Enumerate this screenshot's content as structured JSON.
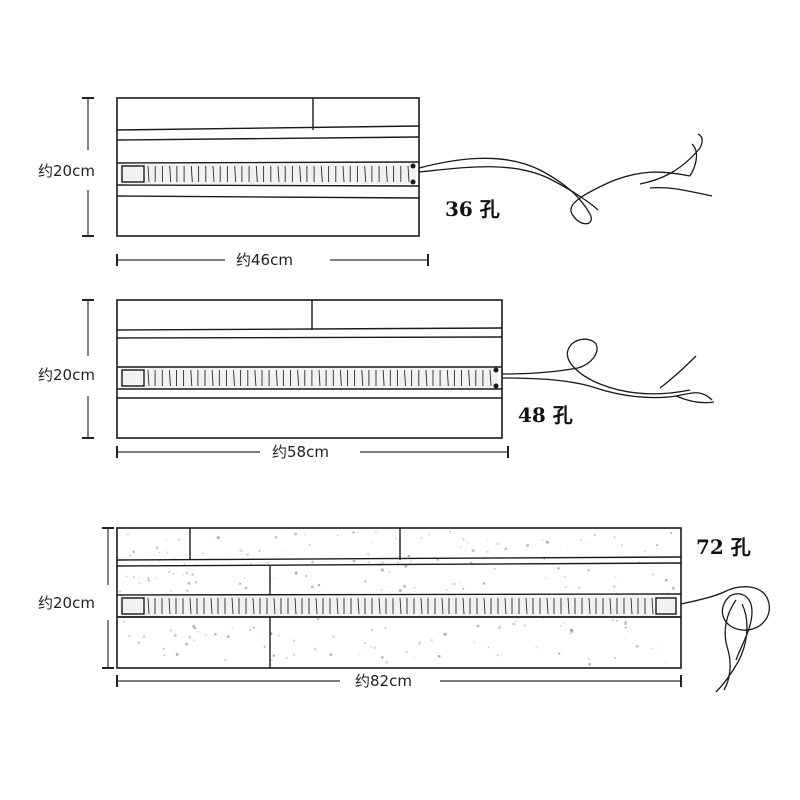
{
  "figure": {
    "colors": {
      "ink": "#1a1a1a",
      "paper": "#ffffff",
      "pocket": "#f2f2f2"
    },
    "rolls": [
      {
        "id": "roll-36",
        "height_label": "约20cm",
        "width_label": "约46cm",
        "count_label": "36 孔",
        "slots": 36,
        "tie_style": "long-tail"
      },
      {
        "id": "roll-48",
        "height_label": "约20cm",
        "width_label": "约58cm",
        "count_label": "48 孔",
        "slots": 48,
        "tie_style": "loop"
      },
      {
        "id": "roll-72",
        "height_label": "约20cm",
        "width_label": "约82cm",
        "count_label": "72 孔",
        "slots": 72,
        "tie_style": "coil"
      }
    ]
  }
}
